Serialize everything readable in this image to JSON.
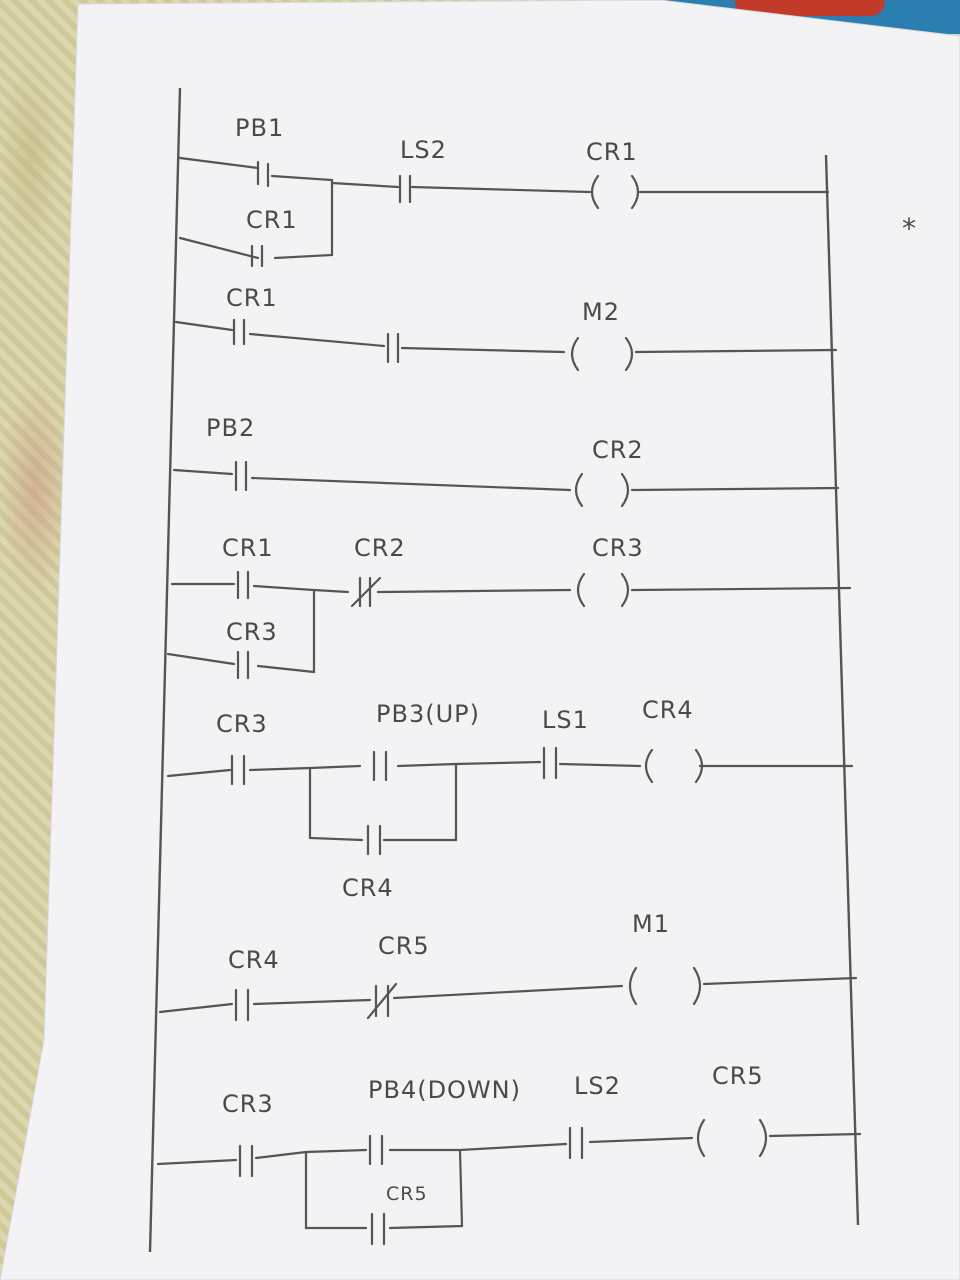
{
  "marker": "*",
  "colors": {
    "ink": "#555555",
    "paper": "#f4f4f6",
    "book_cover": "#2b7fb0"
  },
  "rungs": [
    {
      "contacts": [
        "PB1",
        "CR1",
        "LS2"
      ],
      "coil": "CR1"
    },
    {
      "contacts": [
        "CR1",
        ""
      ],
      "coil": "M2"
    },
    {
      "contacts": [
        "PB2"
      ],
      "coil": "CR2"
    },
    {
      "contacts": [
        "CR1",
        "CR3",
        "CR2"
      ],
      "coil": "CR3"
    },
    {
      "contacts": [
        "CR3",
        "PB3(UP)",
        "CR4",
        "LS1"
      ],
      "coil": "CR4"
    },
    {
      "contacts": [
        "CR4",
        "CR5"
      ],
      "coil": "M1"
    },
    {
      "contacts": [
        "CR3",
        "PB4(DOWN)",
        "CR5",
        "LS2"
      ],
      "coil": "CR5"
    }
  ]
}
